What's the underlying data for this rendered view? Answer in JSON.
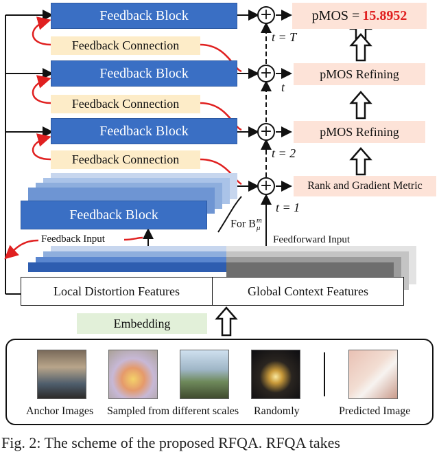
{
  "feedback_block_label": "Feedback Block",
  "feedback_connection_label": "Feedback Connection",
  "output": {
    "prefix": "pMOS = ",
    "value": "15.8952"
  },
  "refining_label": "pMOS Refining",
  "rank_label": "Rank and Gradient Metric",
  "t_labels": {
    "T": "t = T",
    "t": "t",
    "two": "t = 2",
    "one": "t = 1"
  },
  "for_label": "For B",
  "for_sup": "m",
  "for_sub": "μ",
  "feedback_input": "Feedback Input",
  "feedforward_input": "Feedforward Input",
  "local_features": "Local Distortion Features",
  "global_features": "Global Context Features",
  "embedding": "Embedding",
  "bottom": {
    "anchor": "Anchor Images",
    "sampled": "Sampled from different scales",
    "randomly": "Randomly",
    "predicted": "Predicted Image"
  },
  "caption": "Fig. 2: The scheme of the proposed RFQA. RFQA takes"
}
